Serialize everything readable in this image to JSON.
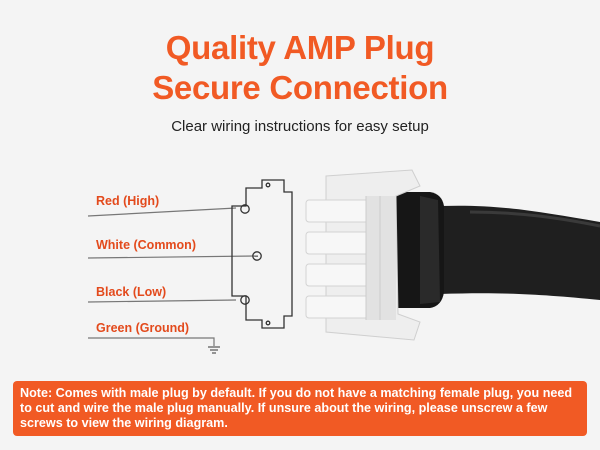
{
  "headline": {
    "line1": "Quality AMP Plug",
    "line2": "Secure Connection"
  },
  "subtitle": "Clear wiring instructions for easy setup",
  "wires": [
    {
      "label": "Red (High)"
    },
    {
      "label": "White (Common)"
    },
    {
      "label": "Black (Low)"
    },
    {
      "label": "Green (Ground)"
    }
  ],
  "note": "Note: Comes with male plug by default. If you do not have a matching female plug, you need to cut and wire the male plug manually. If unsure about the wiring, please unscrew a few screws to view the wiring diagram.",
  "colors": {
    "accent": "#f15a24",
    "label": "#e34a1c",
    "cable": "#1f1f1f"
  },
  "icons": [
    "ground-symbol-icon",
    "connector-pinout-icon",
    "amp-plug-image"
  ]
}
